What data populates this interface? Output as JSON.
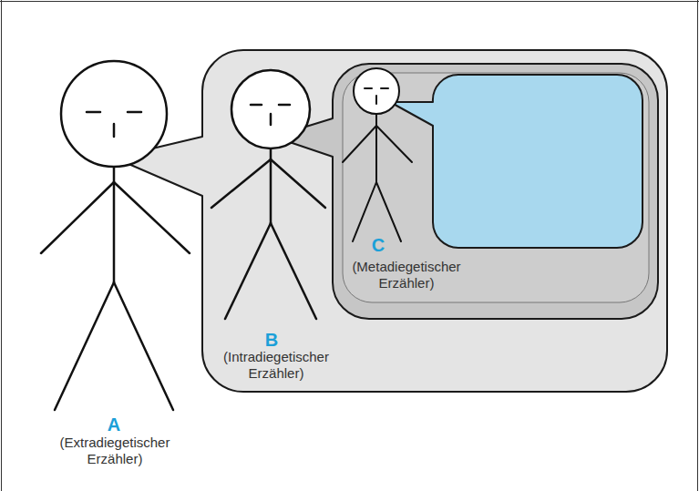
{
  "diagram": {
    "nodes": [
      {
        "text": [
          "B",
          "(Intradiegetischer Erzähler)"
        ]
      },
      {
        "text": [
          "C",
          "(Metadiegetischer Erzähler)"
        ],
        "in": 0
      }
    ],
    "labels": [
      "A",
      "(Extradiegetischer Erzähler)"
    ]
  }
}
